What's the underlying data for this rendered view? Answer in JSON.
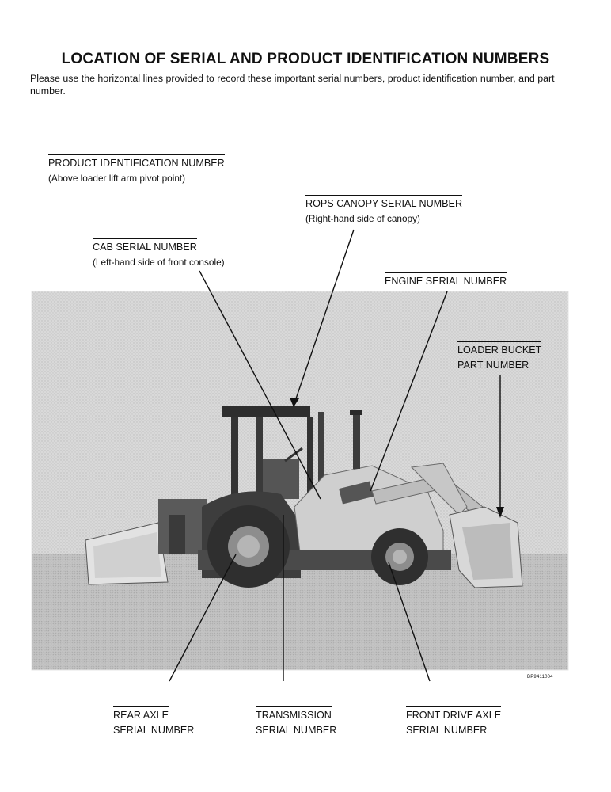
{
  "page": {
    "title": "LOCATION OF SERIAL AND PRODUCT IDENTIFICATION NUMBERS",
    "intro": "Please use the horizontal lines provided to record these important serial numbers, product identification number, and part number."
  },
  "labels": {
    "pin": {
      "title": "PRODUCT IDENTIFICATION NUMBER",
      "note": "(Above loader lift arm pivot point)"
    },
    "rops": {
      "title": "ROPS CANOPY SERIAL NUMBER",
      "note": "(Right-hand side of canopy)"
    },
    "cab": {
      "title": "CAB SERIAL NUMBER",
      "note": "(Left-hand side of front console)"
    },
    "engine": {
      "title": "ENGINE SERIAL NUMBER"
    },
    "bucket": {
      "line1": "LOADER BUCKET",
      "line2": "PART NUMBER"
    },
    "rear_axle": {
      "line1": "REAR AXLE",
      "line2": "SERIAL NUMBER"
    },
    "transmission": {
      "line1": "TRANSMISSION",
      "line2": "SERIAL NUMBER"
    },
    "front_axle": {
      "line1": "FRONT DRIVE AXLE",
      "line2": "SERIAL NUMBER"
    }
  },
  "photo": {
    "id": "BP9411004",
    "colors": {
      "background": "#d6d6d6",
      "ground": "#b8b8b8",
      "machine": "#4a4a4a",
      "body": "#cfcfcf"
    }
  }
}
